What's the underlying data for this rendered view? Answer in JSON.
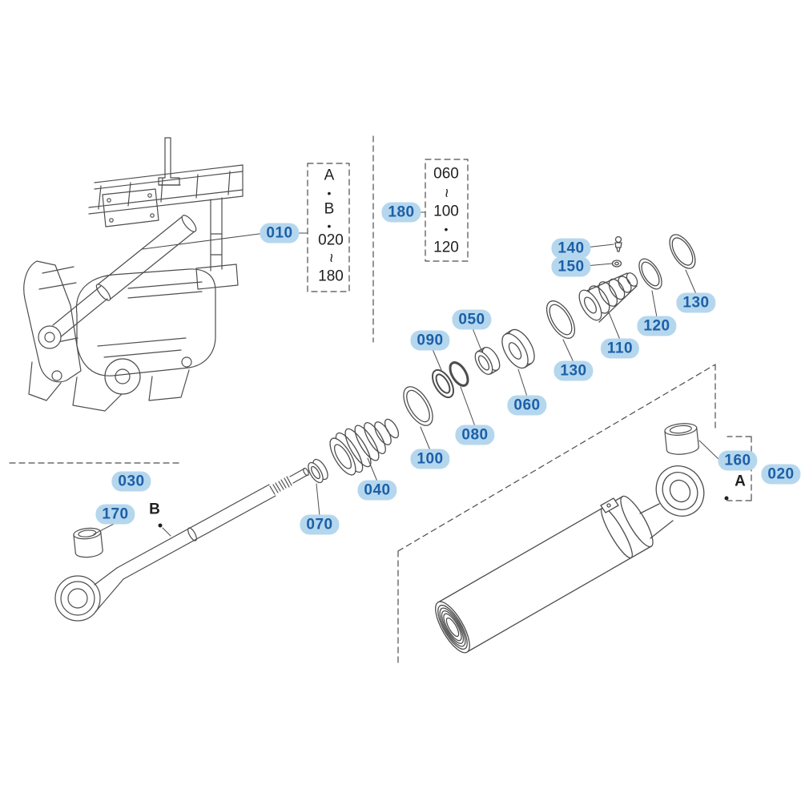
{
  "colors": {
    "callout_text": "#1c5fa8",
    "callout_bg": "#b5d7ee",
    "line_art": "#4d4d4d"
  },
  "callouts": {
    "c010": "010",
    "c020": "020",
    "c030": "030",
    "c040": "040",
    "c050": "050",
    "c060": "060",
    "c070": "070",
    "c080": "080",
    "c090": "090",
    "c100": "100",
    "c110": "110",
    "c120": "120",
    "c130_left": "130",
    "c130_right": "130",
    "c140": "140",
    "c150": "150",
    "c160": "160",
    "c170": "170",
    "c180": "180"
  },
  "ref_box_main": {
    "lines": [
      "A",
      "•",
      "B",
      "•",
      "020",
      "~",
      "180"
    ]
  },
  "ref_box_sub": {
    "lines": [
      "060",
      "~",
      "100",
      "•",
      "120"
    ]
  },
  "point_markers": {
    "a": "A",
    "b": "B"
  }
}
